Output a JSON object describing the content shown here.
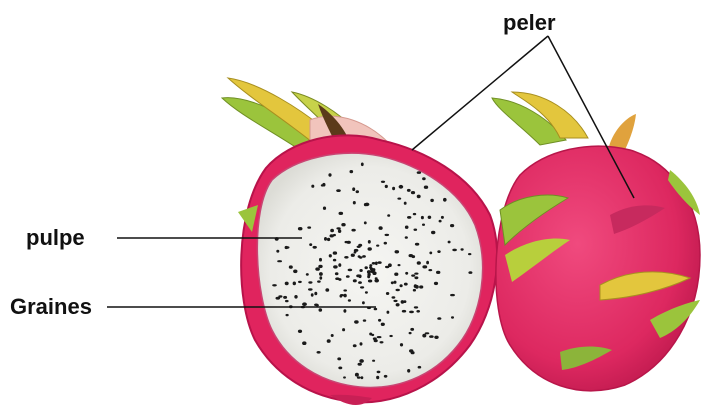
{
  "labels": {
    "peel": "peler",
    "pulp": "pulpe",
    "seeds": "Graines"
  },
  "colors": {
    "peel": "#e0245e",
    "peel_dark": "#b8134a",
    "bract_green": "#9bc43c",
    "bract_yellow": "#e3c63d",
    "pulp": "#efefec",
    "seed": "#1a1a1a",
    "leader_line": "#111111"
  }
}
